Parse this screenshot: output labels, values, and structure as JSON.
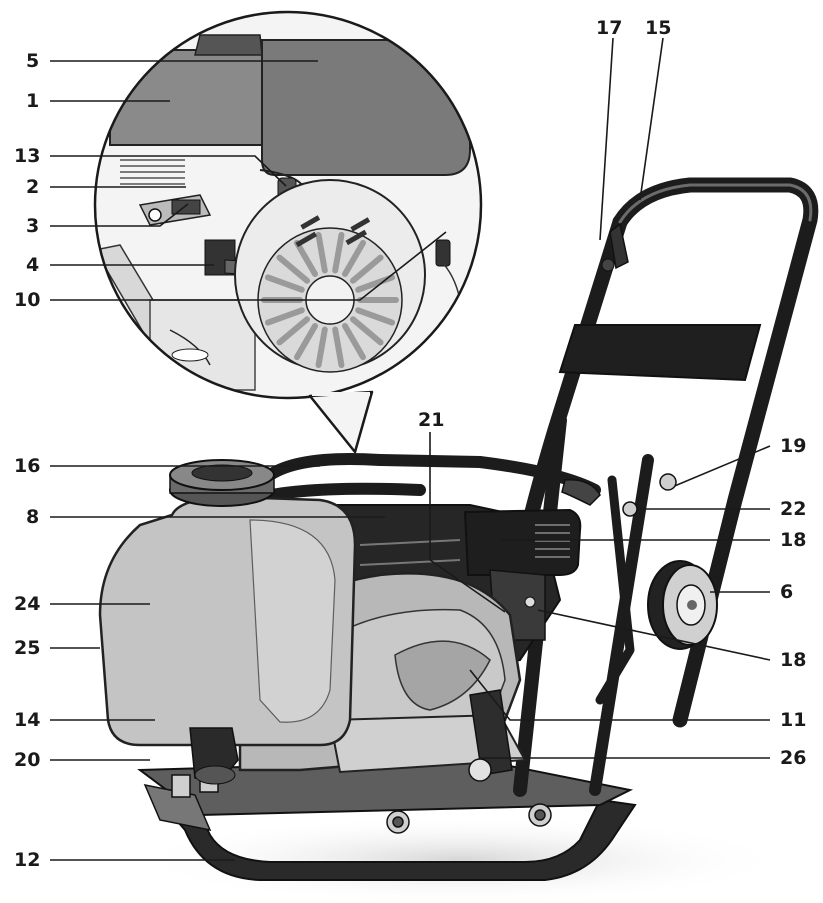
{
  "callouts": {
    "c1": "1",
    "c2": "2",
    "c3": "3",
    "c4": "4",
    "c5": "5",
    "c6": "6",
    "c8": "8",
    "c10": "10",
    "c11": "11",
    "c12": "12",
    "c13": "13",
    "c14": "14",
    "c15": "15",
    "c16": "16",
    "c17": "17",
    "c18a": "18",
    "c18b": "18",
    "c19": "19",
    "c20": "20",
    "c21": "21",
    "c22": "22",
    "c24": "24",
    "c25": "25",
    "c26": "26"
  },
  "colors": {
    "line": "#1a1a1a",
    "handle": "#1c1c1c",
    "engine_dark": "#262626",
    "housing_gray": "#b3b3b3",
    "tank_gray": "#c4c4c4",
    "baseplate": "#2a2a2a",
    "shadow": "#dcdcdc",
    "inset_bg": "#f2f2f2"
  }
}
